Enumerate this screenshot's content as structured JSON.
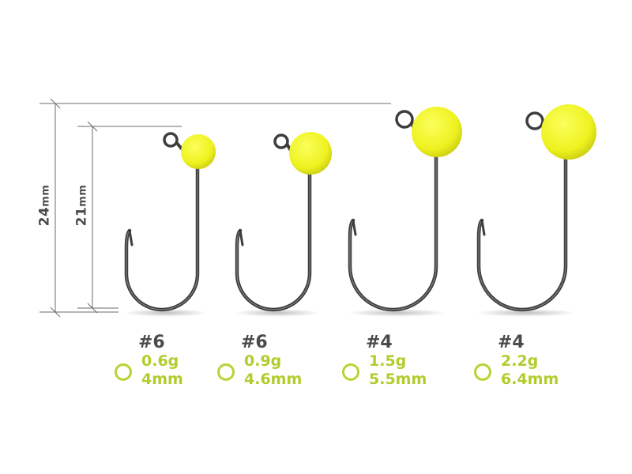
{
  "colors": {
    "jig_head": "#f2f52a",
    "hook": "#3d3d3d",
    "accent": "#b8d432",
    "text": "#4a4a4a",
    "dimension_line": "#6b6b6b"
  },
  "dimensions": {
    "overall": {
      "value": "24",
      "unit": "mm"
    },
    "shank": {
      "value": "21",
      "unit": "mm"
    }
  },
  "hooks": [
    {
      "size": "#6",
      "weight": "0.6",
      "weight_unit": "g",
      "head": "4",
      "head_unit": "mm"
    },
    {
      "size": "#6",
      "weight": "0.9",
      "weight_unit": "g",
      "head": "4.6",
      "head_unit": "mm"
    },
    {
      "size": "#4",
      "weight": "1.5",
      "weight_unit": "g",
      "head": "5.5",
      "head_unit": "mm"
    },
    {
      "size": "#4",
      "weight": "2.2",
      "weight_unit": "g",
      "head": "6.4",
      "head_unit": "mm"
    }
  ]
}
